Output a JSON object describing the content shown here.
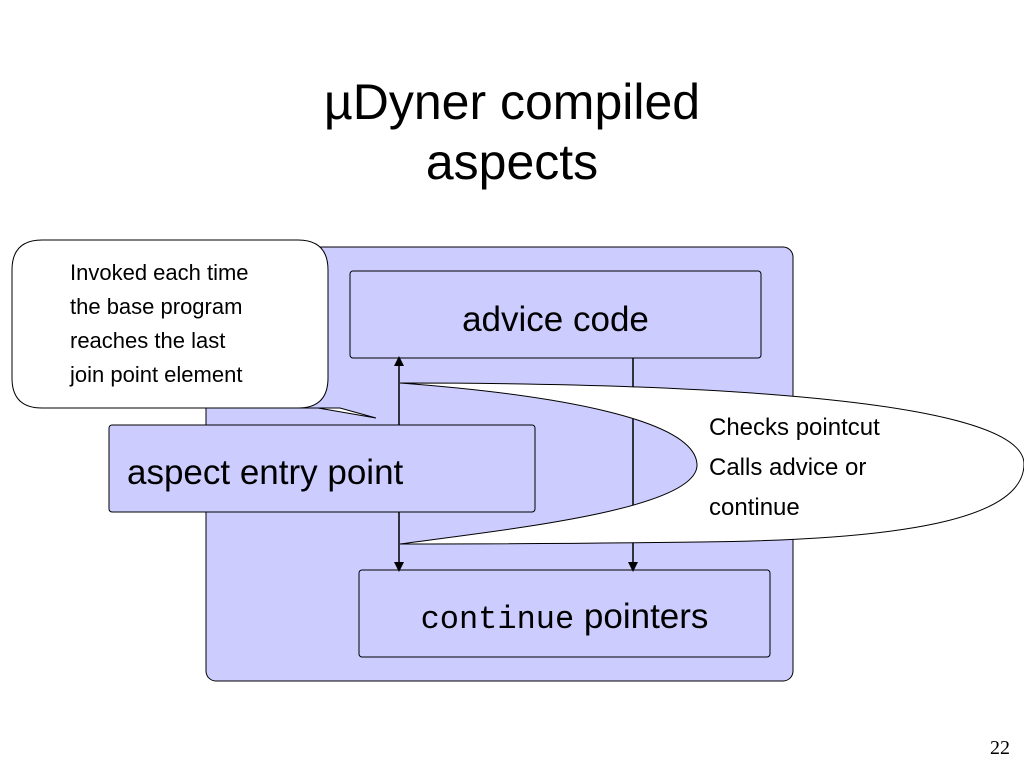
{
  "slide": {
    "title_line1": "µDyner compiled",
    "title_line2": "aspects",
    "page_number": "22"
  },
  "diagram": {
    "advice_box": "advice code",
    "entry_box": "aspect entry point",
    "continue_box_code": "continue",
    "continue_box_text": " pointers",
    "callout_lines": [
      "Invoked each time",
      "the base program",
      "reaches the last",
      "join point element"
    ],
    "ellipse_lines": [
      "Checks pointcut",
      "Calls advice or",
      "continue"
    ]
  },
  "colors": {
    "box_fill": "#ccccff",
    "stroke": "#000000"
  }
}
